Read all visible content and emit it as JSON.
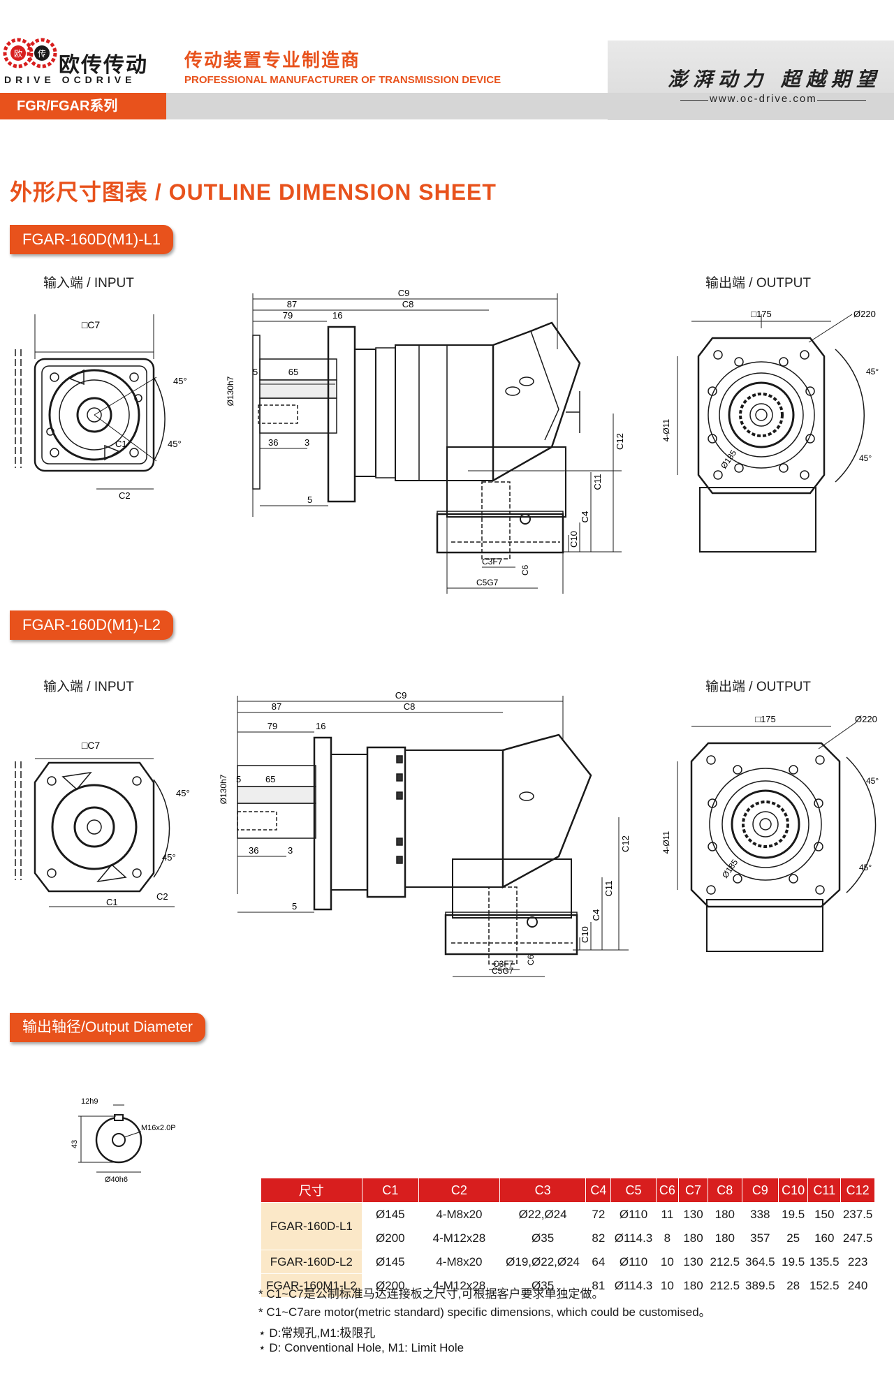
{
  "header": {
    "logo_cn": "欧传传动",
    "logo_en": "DRIVE OCDRIVE",
    "logo_badge_left": "欧",
    "logo_badge_right": "传",
    "tagline_cn": "传动装置专业制造商",
    "tagline_en": "PROFESSIONAL MANUFACTURER OF TRANSMISSION DEVICE",
    "slogan": "澎湃动力 超越期望",
    "website": "www.oc-drive.com",
    "series_tab": "FGR/FGAR系列"
  },
  "page_title": "外形尺寸图表 / OUTLINE DIMENSION SHEET",
  "section1": {
    "model": "FGAR-160D(M1)-L1",
    "input_label": "输入端 / INPUT",
    "output_label": "输出端 / OUTPUT"
  },
  "section2": {
    "model": "FGAR-160D(M1)-L2",
    "input_label": "输入端 / INPUT",
    "output_label": "输出端 / OUTPUT"
  },
  "section3": {
    "title": "输出轴径/Output Diameter"
  },
  "drawing_labels": {
    "c7": "□C7",
    "c1": "C1",
    "c2": "C2",
    "c3": "C3F7",
    "c4": "C4",
    "c5": "C5G7",
    "c6": "C6",
    "c8": "C8",
    "c9": "C9",
    "c10": "C10",
    "c11": "C11",
    "c12": "C12",
    "d87": "87",
    "d79": "79",
    "d16": "16",
    "d65": "65",
    "d5": "5",
    "d36": "36",
    "d3": "3",
    "d130": "Ø130h7",
    "deg45": "45°",
    "sq175": "□175",
    "d220": "Ø220",
    "d185": "Ø185",
    "holes": "4-Ø11",
    "key12": "12h9",
    "h43": "43",
    "thread": "M16x2.0P",
    "d40": "Ø40h6"
  },
  "table": {
    "headers": [
      "尺寸",
      "C1",
      "C2",
      "C3",
      "C4",
      "C5",
      "C6",
      "C7",
      "C8",
      "C9",
      "C10",
      "C11",
      "C12"
    ],
    "rows": [
      {
        "model": "FGAR-160D-L1",
        "cells": [
          [
            "Ø145",
            "4-M8x20",
            "Ø22,Ø24",
            "72",
            "Ø110",
            "11",
            "130",
            "180",
            "338",
            "19.5",
            "150",
            "237.5"
          ],
          [
            "Ø200",
            "4-M12x28",
            "Ø35",
            "82",
            "Ø114.3",
            "8",
            "180",
            "180",
            "357",
            "25",
            "160",
            "247.5"
          ]
        ]
      },
      {
        "model": "FGAR-160D-L2",
        "cells": [
          [
            "Ø145",
            "4-M8x20",
            "Ø19,Ø22,Ø24",
            "64",
            "Ø110",
            "10",
            "130",
            "212.5",
            "364.5",
            "19.5",
            "135.5",
            "223"
          ]
        ]
      },
      {
        "model": "FGAR-160M1-L2",
        "cells": [
          [
            "Ø200",
            "4-M12x28",
            "Ø35",
            "81",
            "Ø114.3",
            "10",
            "180",
            "212.5",
            "389.5",
            "28",
            "152.5",
            "240"
          ]
        ]
      }
    ]
  },
  "notes": [
    "* C1~C7是公制标准马达连接板之尺寸,可根据客户要求单独定做。",
    "* C1~C7are motor(metric standard)  specific dimensions, which could be customised。",
    "⋆ D:常规孔,M1:极限孔",
    "⋆ D: Conventional Hole, M1: Limit Hole"
  ],
  "colors": {
    "accent": "#e8521c",
    "table_header": "#d81e1e",
    "model_cell": "#fbe8c8"
  }
}
